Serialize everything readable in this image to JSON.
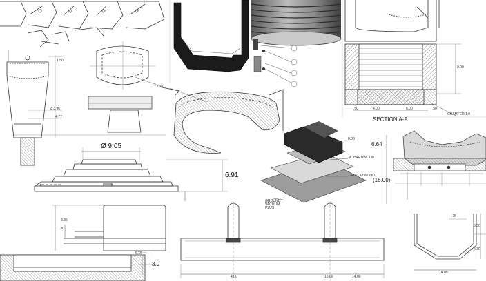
{
  "collage": {
    "ring_detail": {
      "dim_top": "1.50",
      "dim_dia": "Ø 3.96",
      "dim_small": "4.77"
    },
    "round_bracket": {
      "callout": "0.60"
    },
    "section": {
      "title": "SECTION A-A",
      "dim_height": "9.00",
      "dim_w1": "4.00",
      "dim_w2": "6.00",
      "dim_w3": ".50",
      "dim_w4": ".50",
      "callout": "CHAMFER 1.0"
    },
    "dome": {
      "dim_dia": "Ø 9.05",
      "dim_height": "6.91"
    },
    "layers": {
      "top": "8.00",
      "mid": "A. HARDWOOD",
      "low": "3/4 PLAYWOOD",
      "base": "GROUND VACUUM PLUS"
    },
    "pedestal": {
      "dim_top": "3.86",
      "dim_mid": ".30",
      "dim_side": "6.16",
      "dim_base": "3.0"
    },
    "right_assembly": {
      "dim_left": "6.64",
      "dim_right": "(16.00)"
    },
    "tray": {
      "dim_left": "4.00",
      "dim_mid": "16.00",
      "dim_right": "14.00"
    },
    "vee": {
      "dim_bottom": "14.00",
      "dim_side1": "6.30",
      "dim_side2": "6.30",
      "dim_top": ".75"
    }
  }
}
